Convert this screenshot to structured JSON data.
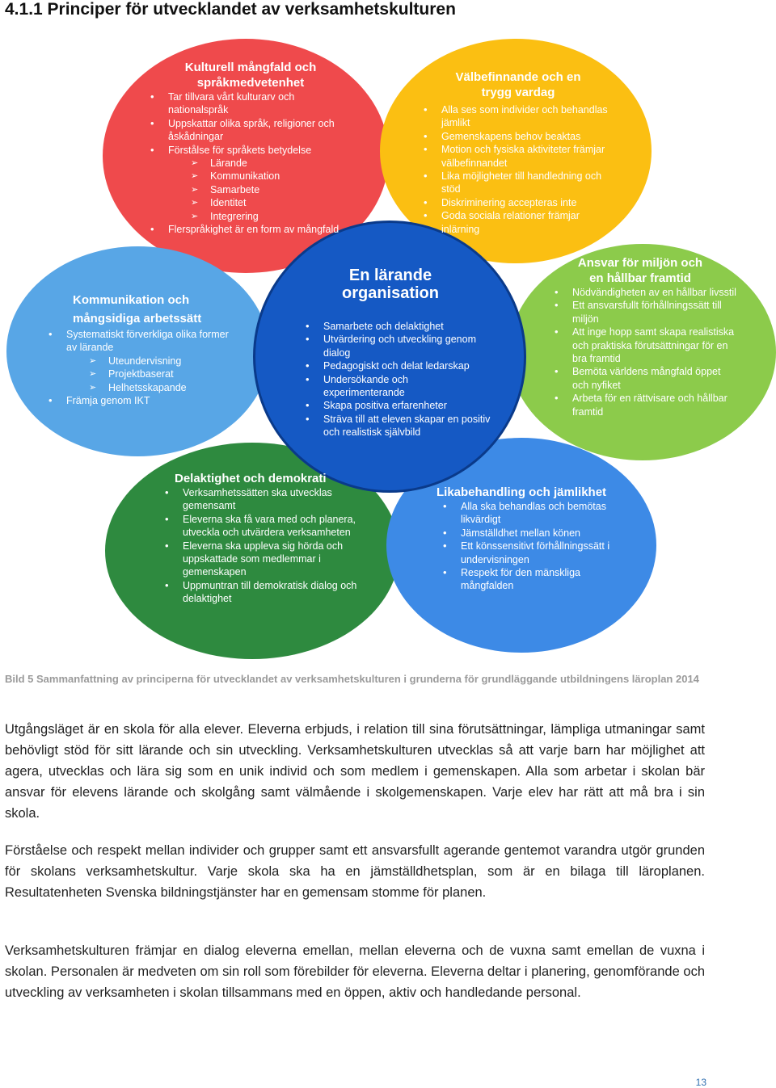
{
  "heading": "4.1.1 Principer för utvecklandet av verksamhetskulturen",
  "colors": {
    "red": "#ef4a4c",
    "yellow": "#fbbf12",
    "light_blue": "#58a6e6",
    "dark_blue": "#1559c4",
    "green_light": "#8ccb4b",
    "green_dark": "#2e8a3f",
    "mid_blue": "#3d8ae6"
  },
  "circles": {
    "red": {
      "title": "Kulturell mångfald och språkmedvetenhet",
      "items": [
        {
          "t": "Tar tillvara vårt kulturarv och nationalspråk",
          "k": "b"
        },
        {
          "t": "Uppskattar olika språk, religioner och åskådningar",
          "k": "b"
        },
        {
          "t": "Förstålse för språkets betydelse",
          "k": "b"
        },
        {
          "t": "Lärande",
          "k": "s"
        },
        {
          "t": "Kommunikation",
          "k": "s"
        },
        {
          "t": "Samarbete",
          "k": "s"
        },
        {
          "t": "Identitet",
          "k": "s"
        },
        {
          "t": "Integrering",
          "k": "s"
        },
        {
          "t": "Flerspråkighet är en form av mångfald",
          "k": "b"
        }
      ]
    },
    "yellow": {
      "title": "Välbefinnande och en trygg vardag",
      "items": [
        {
          "t": "Alla ses som individer och behandlas jämlikt",
          "k": "b"
        },
        {
          "t": "Gemenskapens behov beaktas",
          "k": "b"
        },
        {
          "t": "Motion och fysiska aktiviteter främjar välbefinnandet",
          "k": "b"
        },
        {
          "t": "Lika möjligheter till handledning och stöd",
          "k": "b"
        },
        {
          "t": "Diskriminering accepteras inte",
          "k": "b"
        },
        {
          "t": "Goda sociala relationer främjar inlärning",
          "k": "b"
        }
      ]
    },
    "light_blue": {
      "title": "Kommunikation och mångsidiga arbetssätt",
      "items": [
        {
          "t": "Systematiskt förverkliga olika former av lärande",
          "k": "b"
        },
        {
          "t": "Uteundervisning",
          "k": "s"
        },
        {
          "t": "Projektbaserat",
          "k": "s"
        },
        {
          "t": "Helhetsskapande",
          "k": "s"
        },
        {
          "t": "Främja genom IKT",
          "k": "b"
        }
      ]
    },
    "center": {
      "title": "En lärande organisation",
      "items": [
        {
          "t": "Samarbete och delaktighet",
          "k": "b"
        },
        {
          "t": "Utvärdering och utveckling genom dialog",
          "k": "b"
        },
        {
          "t": "Pedagogiskt och delat ledarskap",
          "k": "b"
        },
        {
          "t": "Undersökande och experimenterande",
          "k": "b"
        },
        {
          "t": "Skapa positiva erfarenheter",
          "k": "b"
        },
        {
          "t": "Sträva till att eleven skapar en positiv och realistisk självbild",
          "k": "b"
        }
      ]
    },
    "green_light": {
      "title": "Ansvar för miljön och en hållbar framtid",
      "items": [
        {
          "t": "Nödvändigheten av en hållbar livsstil",
          "k": "b"
        },
        {
          "t": "Ett ansvarsfullt förhållningssätt till miljön",
          "k": "b"
        },
        {
          "t": "Att inge hopp samt skapa realistiska och praktiska förutsättningar för en bra framtid",
          "k": "b"
        },
        {
          "t": "Bemöta världens mångfald öppet och nyfiket",
          "k": "b"
        },
        {
          "t": "Arbeta för en rättvisare och hållbar framtid",
          "k": "b"
        }
      ]
    },
    "green_dark": {
      "title": "Delaktighet och demokrati",
      "items": [
        {
          "t": "Verksamhetssätten ska utvecklas gemensamt",
          "k": "b"
        },
        {
          "t": "Eleverna ska få vara med och planera, utveckla och utvärdera verksamheten",
          "k": "b"
        },
        {
          "t": "Eleverna ska uppleva sig hörda och uppskattade som medlemmar i gemenskapen",
          "k": "b"
        },
        {
          "t": "Uppmuntran till demokratisk dialog och delaktighet",
          "k": "b"
        }
      ]
    },
    "mid_blue": {
      "title": "Likabehandling och jämlikhet",
      "items": [
        {
          "t": "Alla ska behandlas och bemötas likvärdigt",
          "k": "b"
        },
        {
          "t": "Jämställdhet mellan könen",
          "k": "b"
        },
        {
          "t": "Ett könssensitivt förhållningssätt i undervisningen",
          "k": "b"
        },
        {
          "t": "Respekt för den mänskliga mångfalden",
          "k": "b"
        }
      ]
    }
  },
  "caption": "Bild 5 Sammanfattning av principerna för utvecklandet av verksamhetskulturen i grunderna för grundläggande utbildningens läroplan 2014",
  "paragraphs": [
    "Utgångsläget är en skola för alla elever. Eleverna erbjuds, i relation till sina förutsättningar, lämpliga utmaningar samt behövligt stöd för sitt lärande och sin utveckling. Verksamhetskulturen utvecklas så att varje barn har möjlighet att agera, utvecklas och lära sig som en unik individ och som medlem i gemenskapen. Alla som arbetar i skolan bär ansvar för elevens lärande och skolgång samt välmående i skolgemenskapen. Varje elev har rätt att må bra i sin skola.",
    "Förståelse och respekt mellan individer och grupper samt ett ansvarsfullt agerande gentemot varandra utgör grunden för skolans verksamhetskultur. Varje skola ska ha en jämställdhetsplan, som är en bilaga till läroplanen. Resultatenheten Svenska bildningstjänster har en gemensam stomme för planen.",
    "Verksamhetskulturen främjar en dialog eleverna emellan, mellan eleverna och de vuxna samt emellan de vuxna i skolan. Personalen är medveten om sin roll som förebilder för eleverna. Eleverna deltar i planering, genomförande och utveckling av verksamheten i skolan tillsammans med en öppen, aktiv och handledande personal."
  ],
  "page_number": "13"
}
